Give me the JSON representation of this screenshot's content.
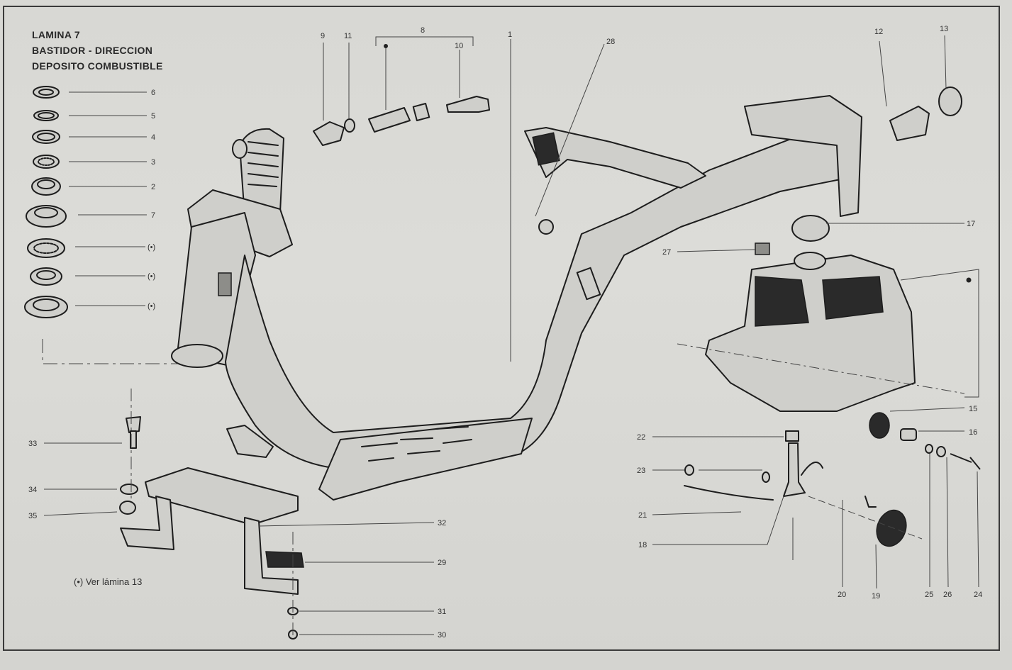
{
  "title": {
    "line1": "LAMINA 7",
    "line2": "BASTIDOR - DIRECCION",
    "line3": "DEPOSITO COMBUSTIBLE"
  },
  "footnote": "(•) Ver lámina 13",
  "callouts": {
    "c1": "1",
    "c2": "2",
    "c3": "3",
    "c4": "4",
    "c5": "5",
    "c6": "6",
    "c7": "7",
    "c8": "8",
    "c9": "9",
    "c10": "10",
    "c11": "11",
    "c12": "12",
    "c13": "13",
    "c15": "15",
    "c16": "16",
    "c17": "17",
    "c18": "18",
    "c19": "19",
    "c20": "20",
    "c21": "21",
    "c22": "22",
    "c23": "23",
    "c24": "24",
    "c25": "25",
    "c26": "26",
    "c27": "27",
    "c28": "28",
    "c29": "29",
    "c30": "30",
    "c31": "31",
    "c32": "32",
    "c33": "33",
    "c34": "34",
    "c35": "35",
    "ref": "(•)"
  }
}
